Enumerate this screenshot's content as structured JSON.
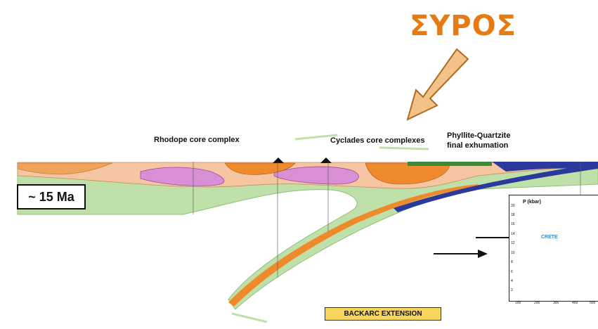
{
  "header": {
    "title": "ΣΥΡΟΣ"
  },
  "labels": {
    "rhodope": "Rhodope core complex",
    "cyclades": "Cyclades core complexes",
    "phyllite_1": "Phyllite-Quartzite",
    "phyllite_2": "final exhumation",
    "age": "~ 15 Ma",
    "backarc": "BACKARC EXTENSION"
  },
  "inset": {
    "title": "P (kbar)",
    "crete": "CRETE",
    "y_ticks": [
      "20",
      "18",
      "16",
      "14",
      "12",
      "10",
      "8",
      "6",
      "4",
      "2"
    ],
    "x_ticks": [
      "100",
      "200",
      "300",
      "400",
      "500"
    ]
  },
  "colors": {
    "accent": "#e57b12",
    "mantle_green": "#bfe0a8",
    "crust_pink": "#f6c6a2",
    "slab_orange": "#ef8a2c",
    "slab_blue": "#2b3a9a",
    "core_magenta": "#d98fd6",
    "badge_yellow": "#f8d55c"
  }
}
